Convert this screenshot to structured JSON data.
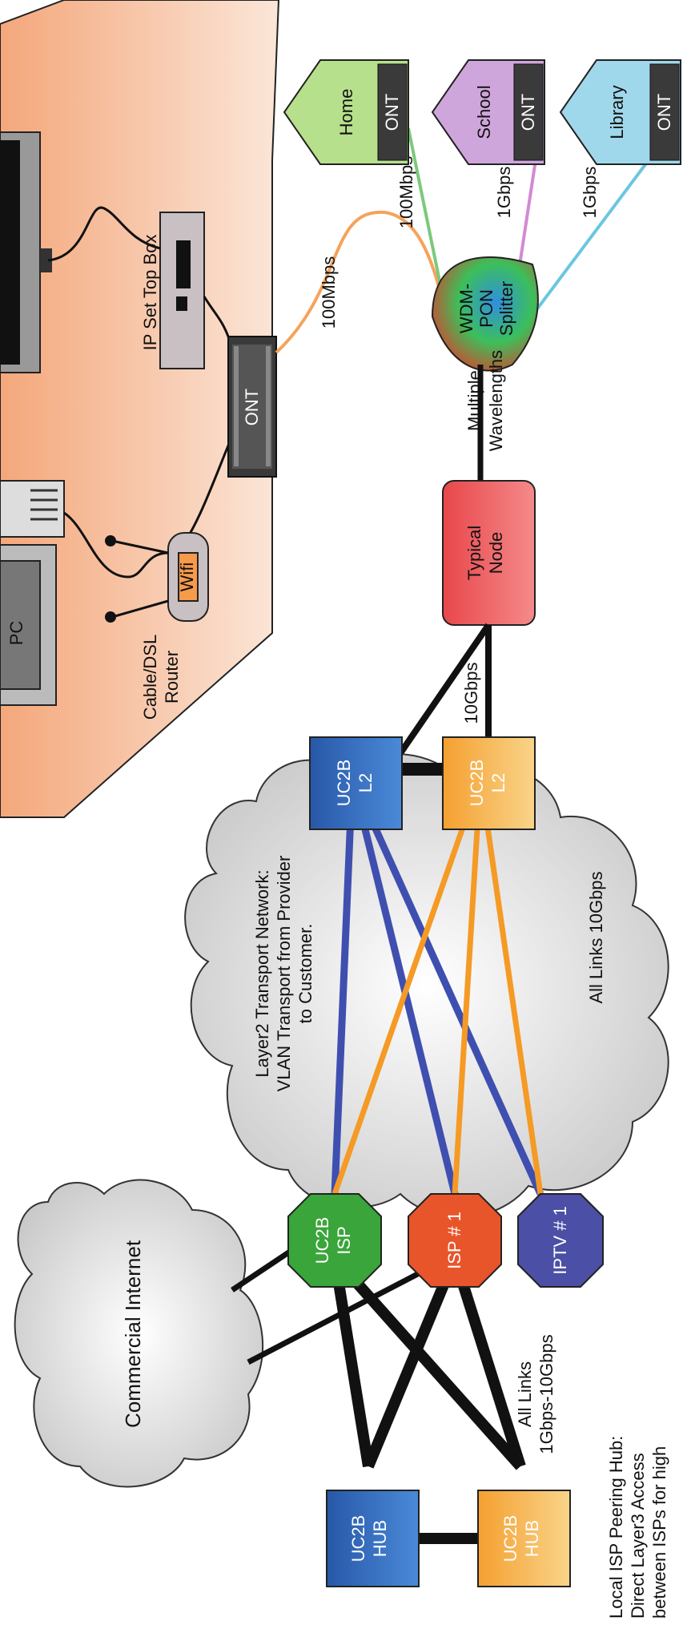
{
  "diagram": {
    "premises": {
      "pc_label": "PC",
      "router_label": [
        "Cable/DSL",
        "Router"
      ],
      "wifi_label": "Wifi",
      "stb_label": "IP Set Top Box",
      "ont_label": "ONT"
    },
    "links": {
      "premise_speed": "100Mbps",
      "home_speed": "100Mbps",
      "school_speed": "1Gbps",
      "library_speed": "1Gbps",
      "node_speed": "10Gbps",
      "splitter_link": [
        "Multiple",
        "Wavelengths"
      ],
      "transport_note": "All Links 10Gbps",
      "hub_note": [
        "All Links",
        "1Gbps-10Gbps"
      ]
    },
    "customers": [
      {
        "label": "Home",
        "ont": "ONT",
        "color": "#b7e08c"
      },
      {
        "label": "School",
        "ont": "ONT",
        "color": "#cfa6dc"
      },
      {
        "label": "Library",
        "ont": "ONT",
        "color": "#9fd8ea"
      }
    ],
    "splitter": {
      "label": [
        "WDM-",
        "PON",
        "Splitter"
      ]
    },
    "node": {
      "label": [
        "Typical",
        "Node"
      ]
    },
    "l2_switches": [
      {
        "label": [
          "UC2B",
          "L2"
        ],
        "color": "#2f6fc2"
      },
      {
        "label": [
          "UC2B",
          "L2"
        ],
        "color": "#f3a63b"
      }
    ],
    "transport_cloud": {
      "label": [
        "Layer2 Transport Network:",
        "VLAN Transport from Provider",
        "to Customer."
      ]
    },
    "providers": [
      {
        "label": [
          "UC2B",
          "ISP"
        ],
        "color": "#3aa53a"
      },
      {
        "label": [
          "ISP # 1"
        ],
        "color": "#e9552a"
      },
      {
        "label": [
          "IPTV # 1"
        ],
        "color": "#4b4fa6"
      }
    ],
    "internet": {
      "label": "Commercial Internet"
    },
    "hubs": [
      {
        "label": [
          "UC2B",
          "HUB"
        ],
        "color": "#2f6fc2"
      },
      {
        "label": [
          "UC2B",
          "HUB"
        ],
        "color": "#f3a63b"
      }
    ],
    "peering_note": [
      "Local ISP Peering Hub:",
      "Direct Layer3 Access",
      "between ISPs for high"
    ]
  }
}
